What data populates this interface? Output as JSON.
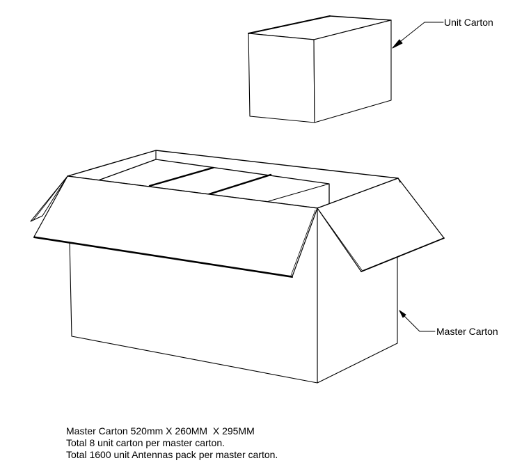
{
  "callouts": {
    "unit_carton": "Unit Carton",
    "master_carton": "Master Carton"
  },
  "notes": {
    "lines": [
      "Master Carton 520mm X 260MM  X 295MM",
      "Total 8 unit carton per master carton.",
      "Total 1600 unit Antennas pack per master carton."
    ]
  },
  "colors": {
    "line": "#000000",
    "background": "#ffffff"
  }
}
